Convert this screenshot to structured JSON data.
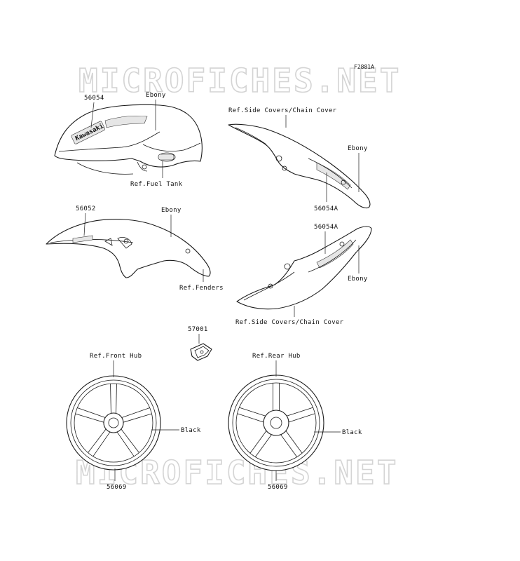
{
  "figure_id": "F2881A",
  "watermark": "MICROFICHES.NET",
  "labels": {
    "tank_part": "56054",
    "tank_color": "Ebony",
    "tank_ref": "Ref.Fuel Tank",
    "tank_logo": "Kawasaki",
    "cover_top_ref": "Ref.Side Covers/Chain Cover",
    "cover_top_color": "Ebony",
    "cover_top_part": "56054A",
    "fender_part": "56052",
    "fender_color": "Ebony",
    "fender_ref": "Ref.Fenders",
    "cover_bottom_part": "56054A",
    "cover_bottom_color": "Ebony",
    "cover_bottom_ref": "Ref.Side Covers/Chain Cover",
    "clip_part": "57001",
    "front_hub_ref": "Ref.Front Hub",
    "front_color": "Black",
    "front_part": "56069",
    "rear_hub_ref": "Ref.Rear Hub",
    "rear_color": "Black",
    "rear_part": "56069"
  }
}
